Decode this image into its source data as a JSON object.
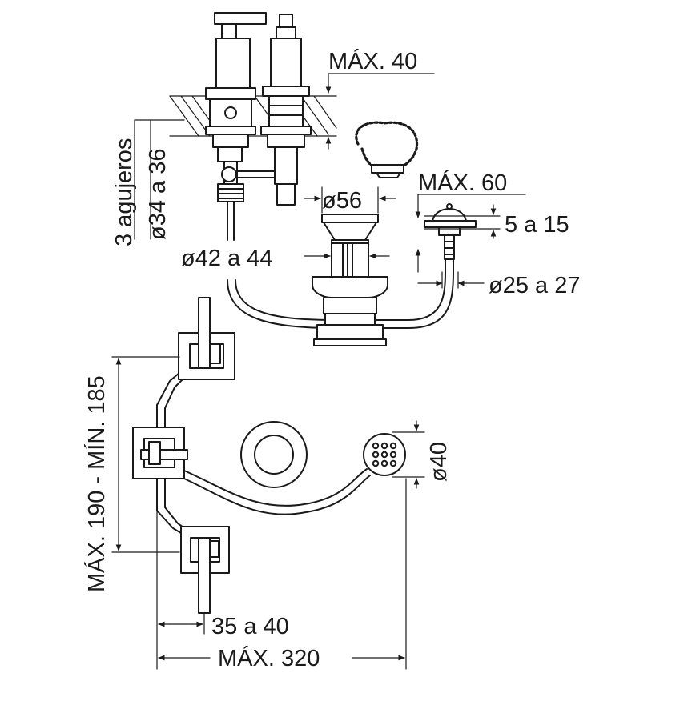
{
  "dimensions": {
    "max_deck_thickness": "MÁX. 40",
    "holes_count": "3 agujeros",
    "holes_diameter": "ø34 a 36",
    "drain_diameter": "ø56",
    "drain_hole_diameter": "ø42 a 44",
    "max_diverter_thickness": "MÁX. 60",
    "diverter_range": "5 a 15",
    "diverter_hole_diameter": "ø25 a 27",
    "center_distance": "MÁX. 190 - MÍN. 185",
    "spout_diameter": "ø40",
    "offset": "35 a 40",
    "max_width": "MÁX. 320"
  },
  "colors": {
    "line": "#1a1a1a",
    "background": "#ffffff"
  }
}
